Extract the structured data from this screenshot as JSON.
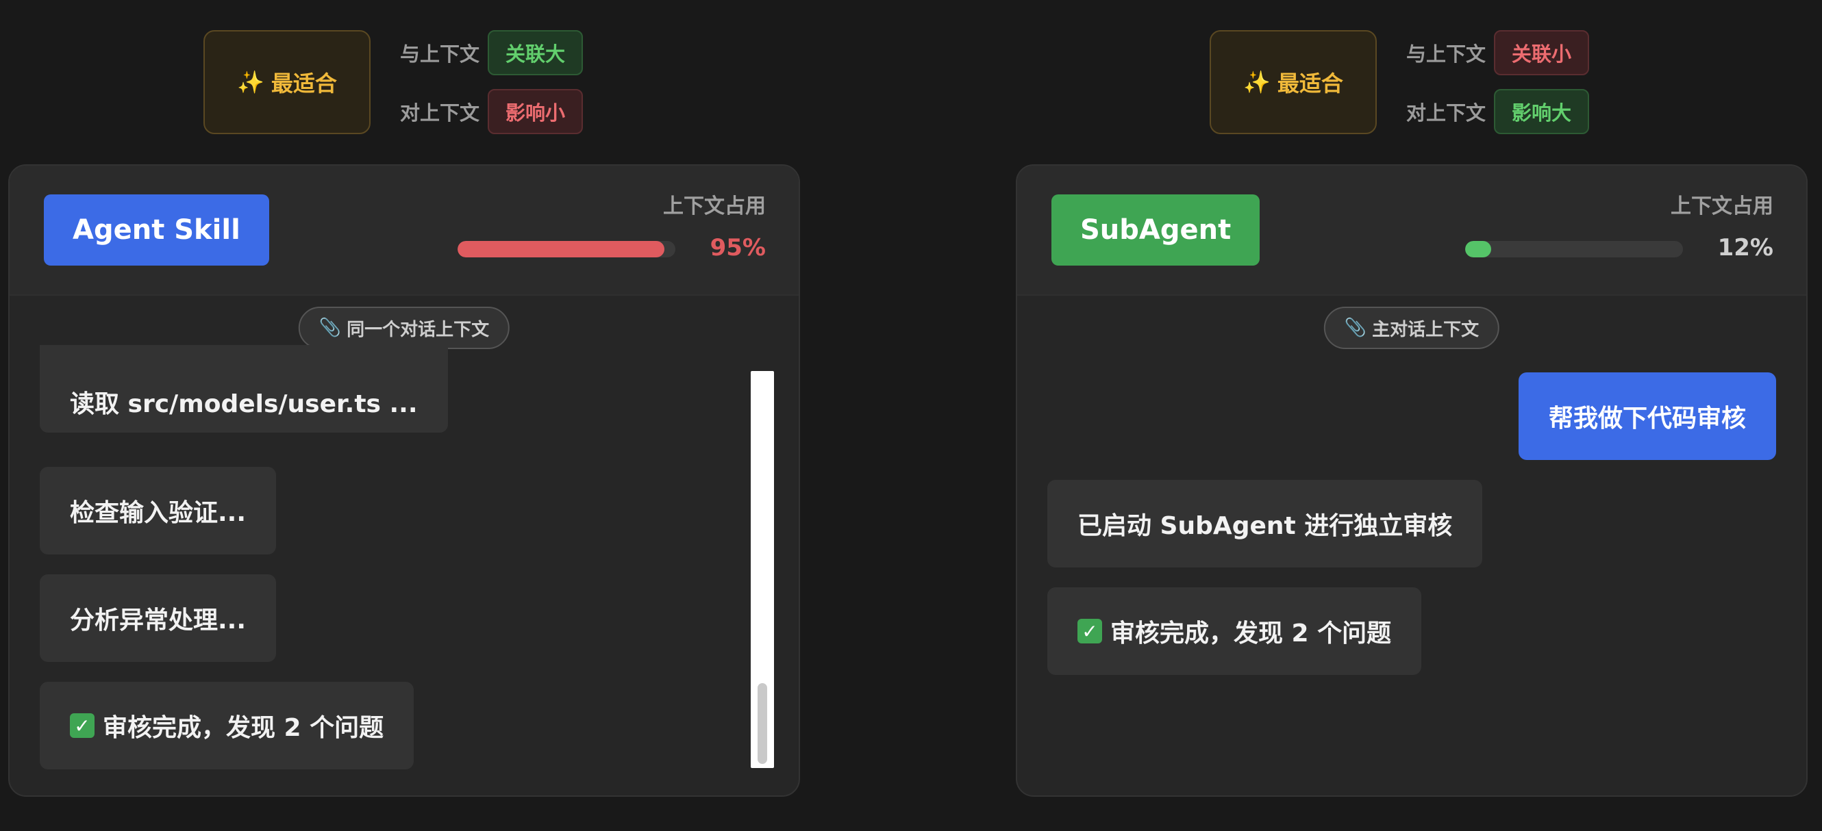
{
  "panels": [
    {
      "fit_label": "最适合",
      "metrics": [
        {
          "label": "与上下文",
          "value": "关联大",
          "tone": "green"
        },
        {
          "label": "对上下文",
          "value": "影响小",
          "tone": "red"
        }
      ],
      "name": "Agent Skill",
      "name_color": "#3c6be6",
      "usage_label": "上下文占用",
      "usage_percent": 95,
      "usage_text": "95%",
      "usage_color": "#e05b5f",
      "context_label": "同一个对话上下文",
      "messages": [
        {
          "text": "读取 src/models/user.ts ..."
        },
        {
          "text": "检查输入验证..."
        },
        {
          "text": "分析异常处理..."
        },
        {
          "text": "审核完成，发现 2 个问题",
          "check": true
        }
      ]
    },
    {
      "fit_label": "最适合",
      "metrics": [
        {
          "label": "与上下文",
          "value": "关联小",
          "tone": "red"
        },
        {
          "label": "对上下文",
          "value": "影响大",
          "tone": "green"
        }
      ],
      "name": "SubAgent",
      "name_color": "#3fa553",
      "usage_label": "上下文占用",
      "usage_percent": 12,
      "usage_text": "12%",
      "usage_color": "#55c468",
      "context_label": "主对话上下文",
      "messages": [
        {
          "text": "帮我做下代码审核",
          "role": "user"
        },
        {
          "text": "已启动 SubAgent 进行独立审核"
        },
        {
          "text": "审核完成，发现 2 个问题",
          "check": true
        }
      ]
    }
  ]
}
